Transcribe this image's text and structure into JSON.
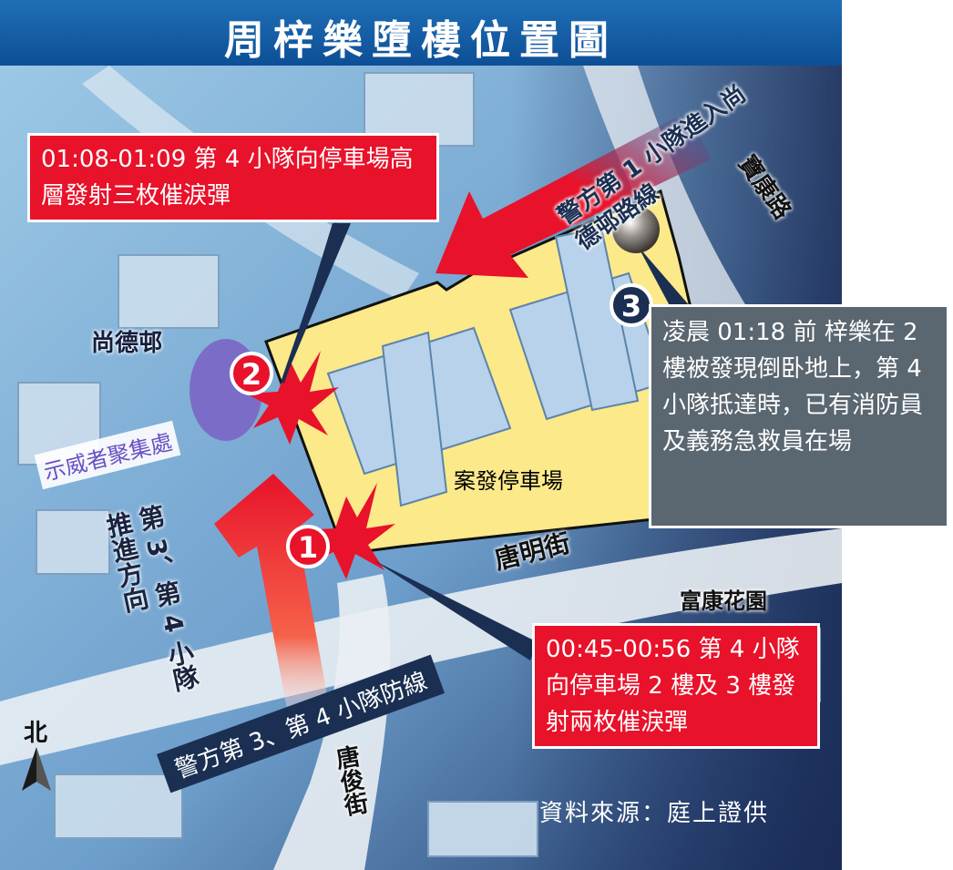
{
  "title": "周梓樂墮樓位置圖",
  "callouts": {
    "team4_upper": "01:08-01:09 第 4 小隊向停車場高層發射三枚催淚彈",
    "team4_lower": "00:45-00:56 第 4 小隊向停車場 2 樓及 3 樓發射兩枚催淚彈",
    "found": "凌晨 01:18 前 梓樂在 2 樓被發現倒卧地上，第 4 小隊抵達時，已有消防員及義務急救員在場"
  },
  "markers": [
    "1",
    "2",
    "3"
  ],
  "labels": {
    "sheung_tak": "尚德邨",
    "protesters": "示威者聚集處",
    "car_park": "案發停車場",
    "tong_ming": "唐明街",
    "po_hong": "寶康路",
    "fu_hong": "富康花園",
    "tong_chun": "唐俊街",
    "police_team1": "警方第 1 小隊進入尚德邨路線",
    "police_team34_line": "警方第 3、第 4 小隊防線",
    "advance_direction": "第 3、第 4 小隊推進方向",
    "north": "北",
    "source": "資料來源：庭上證供"
  },
  "colors": {
    "title_bar": "#1565b0",
    "callout_red": "#e8122a",
    "callout_grey": "#5a6670",
    "car_park_fill": "#fbe98a",
    "protester_zone": "#7a62c4",
    "navy": "#1a2f52"
  }
}
